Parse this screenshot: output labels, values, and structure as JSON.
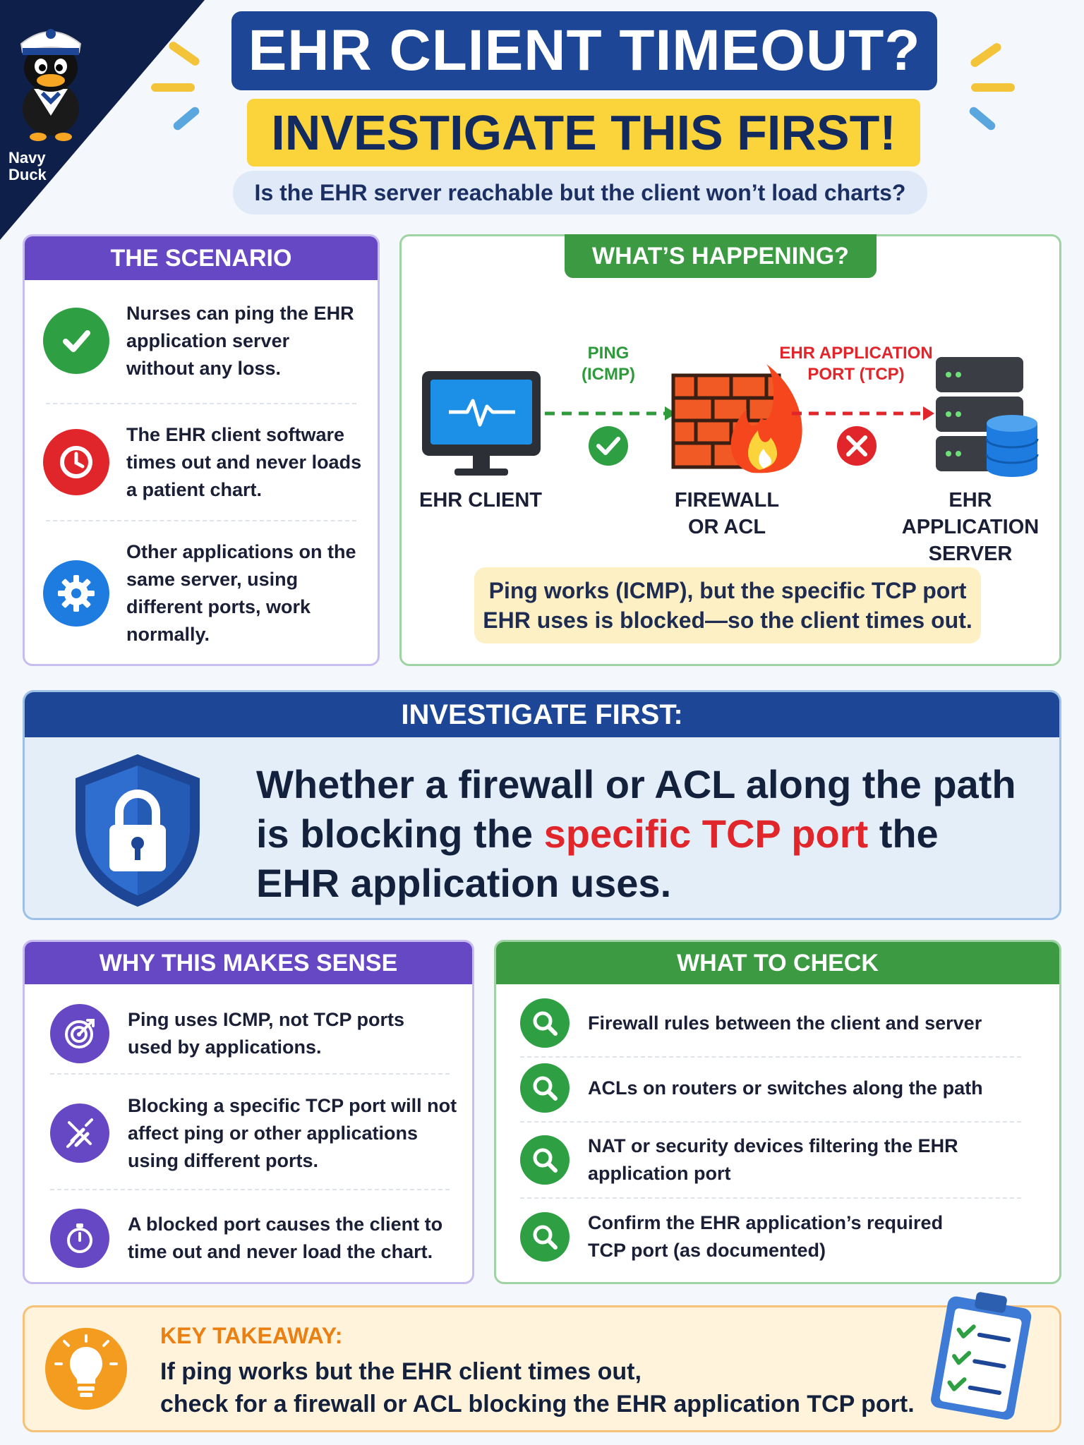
{
  "brand": {
    "name_line1": "Navy",
    "name_line2": "Duck"
  },
  "header": {
    "title": "EHR CLIENT TIMEOUT?",
    "subtitle": "INVESTIGATE THIS FIRST!",
    "question": "Is the EHR server reachable but the client won’t load charts?"
  },
  "scenario": {
    "heading": "THE SCENARIO",
    "items": [
      {
        "text": "Nurses can ping the EHR application server without any loss.",
        "icon": "check-icon",
        "color": "#2ea043"
      },
      {
        "text": "The EHR client software times out and never loads a patient chart.",
        "icon": "clock-icon",
        "color": "#e0262b"
      },
      {
        "text": "Other applications on the same server, using different ports, work normally.",
        "icon": "gear-icon",
        "color": "#1e7ce0"
      }
    ]
  },
  "happening": {
    "heading": "WHAT’S HAPPENING?",
    "ping_label_line1": "PING",
    "ping_label_line2": "(ICMP)",
    "port_label_line1": "EHR APPLICATION",
    "port_label_line2": "PORT (TCP)",
    "client_label": "EHR CLIENT",
    "firewall_label_line1": "FIREWALL",
    "firewall_label_line2": "OR ACL",
    "server_label_line1": "EHR APPLICATION",
    "server_label_line2": "SERVER",
    "note_line1": "Ping works (ICMP), but the specific TCP port",
    "note_line2": "EHR uses is blocked—so the client times out."
  },
  "investigate": {
    "heading": "INVESTIGATE FIRST:",
    "text_line1": "Whether a firewall or ACL along the path",
    "text_line2_pre": "is blocking the ",
    "text_line2_highlight": "specific TCP port",
    "text_line2_post": " the",
    "text_line3": "EHR application uses."
  },
  "why": {
    "heading": "WHY THIS MAKES SENSE",
    "items": [
      {
        "text": "Ping uses ICMP, not TCP ports used by applications.",
        "icon": "target-icon"
      },
      {
        "text": "Blocking a specific TCP port will not affect ping or other applications using different ports.",
        "icon": "plug-icon"
      },
      {
        "text": "A blocked port causes the client to time out and never load the chart.",
        "icon": "stopwatch-icon"
      }
    ]
  },
  "check": {
    "heading": "WHAT TO CHECK",
    "items": [
      {
        "text": "Firewall rules between the client and server"
      },
      {
        "text": "ACLs on routers or switches along the path"
      },
      {
        "text": "NAT or security devices filtering the EHR application port"
      },
      {
        "text": "Confirm the EHR application’s required TCP port (as documented)"
      }
    ]
  },
  "takeaway": {
    "title": "KEY TAKEAWAY:",
    "line1": "If ping works but the EHR client times out,",
    "line2": "check for a firewall or ACL blocking the EHR application TCP port."
  },
  "colors": {
    "navy": "#1d4796",
    "yellow": "#fbd33b",
    "purple": "#6748c4",
    "green": "#3c9a43",
    "red": "#e0262b",
    "orange": "#ea7f12"
  }
}
